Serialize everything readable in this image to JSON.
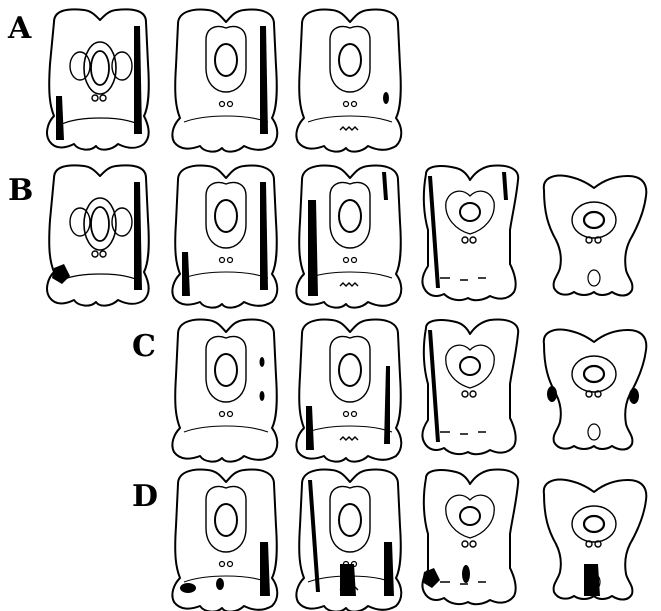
{
  "figure": {
    "rows": [
      {
        "label": "A",
        "sections": [
          {
            "type": "rostral",
            "lesions": [
              "left-ventral-bar",
              "right-tall-bar"
            ]
          },
          {
            "type": "mid-rostral",
            "lesions": [
              "right-tall-bar"
            ]
          },
          {
            "type": "mid",
            "lesions": [
              "right-small-dot"
            ]
          }
        ]
      },
      {
        "label": "B",
        "sections": [
          {
            "type": "rostral",
            "lesions": [
              "right-tall-bar",
              "left-ventral-blob"
            ]
          },
          {
            "type": "mid-rostral",
            "lesions": [
              "left-ventral-bar",
              "right-tall-bar"
            ]
          },
          {
            "type": "mid",
            "lesions": [
              "left-tall-bar",
              "right-top-line"
            ]
          },
          {
            "type": "caudal",
            "lesions": [
              "left-tall-line",
              "right-top-line"
            ]
          },
          {
            "type": "caudal-small",
            "lesions": []
          }
        ]
      },
      {
        "label": "C",
        "sections": [
          {
            "type": "mid-rostral",
            "lesions": [
              "right-dots"
            ]
          },
          {
            "type": "mid",
            "lesions": [
              "left-ventral-bar",
              "right-tall-line"
            ]
          },
          {
            "type": "caudal",
            "lesions": [
              "left-tall-line"
            ]
          },
          {
            "type": "caudal-small",
            "lesions": [
              "left-blob",
              "right-blob"
            ]
          }
        ]
      },
      {
        "label": "D",
        "sections": [
          {
            "type": "mid-rostral",
            "lesions": [
              "right-ventral-bar",
              "bottom-blobs"
            ]
          },
          {
            "type": "mid",
            "lesions": [
              "left-tall-line",
              "center-blob",
              "right-ventral-bar"
            ]
          },
          {
            "type": "caudal",
            "lesions": [
              "left-ventral-blob",
              "center-small"
            ]
          },
          {
            "type": "caudal-small",
            "lesions": [
              "center-blob"
            ]
          }
        ]
      }
    ]
  }
}
